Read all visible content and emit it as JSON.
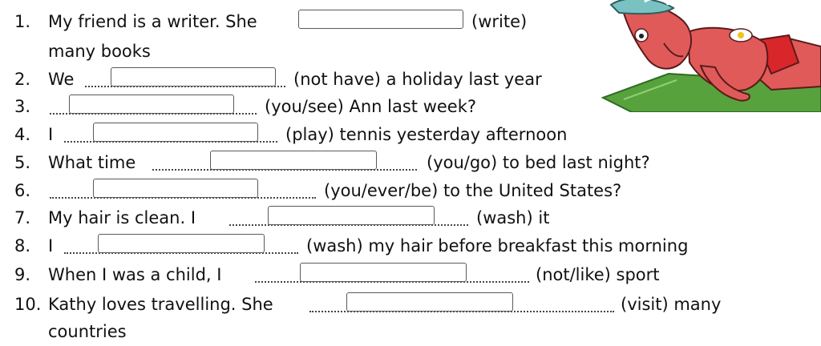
{
  "exercise": {
    "items": [
      {
        "number": "1.",
        "before": "My friend is a writer. She",
        "after": "(write)",
        "continuation": "many books",
        "answer": ""
      },
      {
        "number": "2.",
        "before": "We",
        "after": "(not have) a holiday last year",
        "answer": ""
      },
      {
        "number": "3.",
        "before": "",
        "after": "(you/see) Ann last week?",
        "answer": ""
      },
      {
        "number": "4.",
        "before": "I",
        "after": "(play) tennis yesterday afternoon",
        "answer": ""
      },
      {
        "number": "5.",
        "before": "What time",
        "after": "(you/go) to bed last night?",
        "answer": ""
      },
      {
        "number": "6.",
        "before": "",
        "after": "(you/ever/be) to the United States?",
        "answer": ""
      },
      {
        "number": "7.",
        "before": "My hair is clean. I",
        "after": "(wash) it",
        "answer": ""
      },
      {
        "number": "8.",
        "before": "I",
        "after": "(wash) my hair before breakfast this morning",
        "answer": ""
      },
      {
        "number": "9.",
        "before": "When I was a child, I",
        "after": "(not/like) sport",
        "answer": ""
      },
      {
        "number": "10.",
        "before": "Kathy loves travelling. She",
        "after": "(visit) many",
        "continuation": "countries",
        "answer": ""
      }
    ]
  },
  "illustration": {
    "icon": "sunbathing-man-on-towel-icon",
    "colors": {
      "towel": "#57a23c",
      "skin": "#e05a5a",
      "shorts": "#d8262a",
      "hat": "#7ac2c2"
    }
  }
}
